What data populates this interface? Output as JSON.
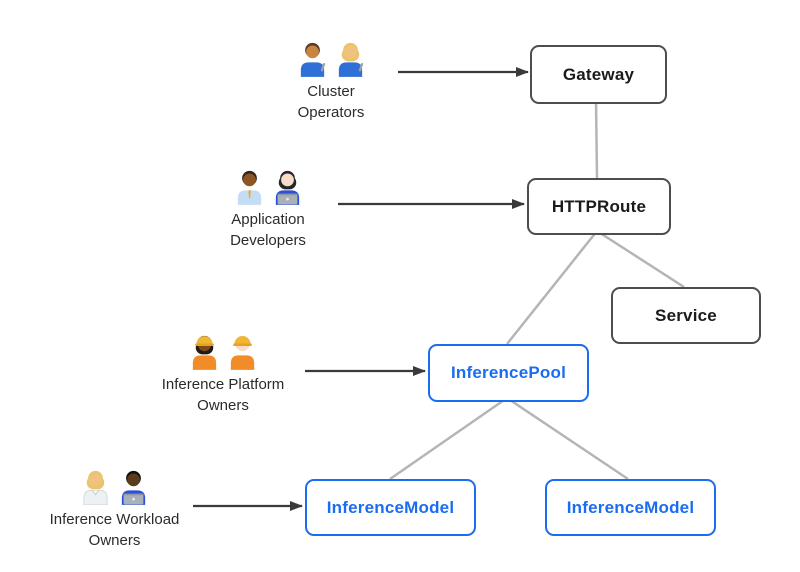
{
  "diagram": {
    "background": "#ffffff",
    "colors": {
      "resource_border_dark": "#4d4d4d",
      "resource_text_dark": "#1b1b1b",
      "inference_blue": "#1a6df0",
      "connector_gray": "#b5b5b5",
      "arrow_black": "#3a3a3a",
      "persona_text": "#2b2b2b"
    },
    "nodes": [
      {
        "id": "gateway",
        "label": "Gateway",
        "style": "dark"
      },
      {
        "id": "httproute",
        "label": "HTTPRoute",
        "style": "dark"
      },
      {
        "id": "service",
        "label": "Service",
        "style": "dark"
      },
      {
        "id": "inference-pool",
        "label": "InferencePool",
        "style": "blue"
      },
      {
        "id": "inference-model-left",
        "label": "InferenceModel",
        "style": "blue"
      },
      {
        "id": "inference-model-right",
        "label": "InferenceModel",
        "style": "blue"
      }
    ],
    "personas": [
      {
        "id": "cluster-operators",
        "label": "Cluster Operators",
        "icons": [
          "man-mechanic",
          "woman-mechanic"
        ],
        "points_to": "gateway"
      },
      {
        "id": "application-developers",
        "label": "Application Developers",
        "icons": [
          "man-office-worker",
          "woman-technologist"
        ],
        "points_to": "httproute"
      },
      {
        "id": "inference-platform-owners",
        "label": "Inference Platform Owners",
        "icons": [
          "woman-construction-worker",
          "man-construction-worker"
        ],
        "points_to": "inference-pool"
      },
      {
        "id": "inference-workload-owners",
        "label": "Inference Workload Owners",
        "icons": [
          "health-worker",
          "man-technologist-dark"
        ],
        "points_to": "inference-model-left"
      }
    ],
    "edges": [
      {
        "from": "gateway",
        "to": "httproute"
      },
      {
        "from": "httproute",
        "to": "inference-pool"
      },
      {
        "from": "httproute",
        "to": "service"
      },
      {
        "from": "inference-pool",
        "to": "inference-model-left"
      },
      {
        "from": "inference-pool",
        "to": "inference-model-right"
      }
    ]
  }
}
